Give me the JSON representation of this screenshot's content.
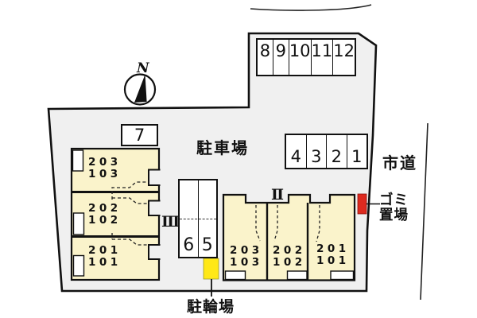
{
  "site": {
    "area_label": "駐車場",
    "bicycle_label": "駐輪場",
    "road_label": "市道",
    "garbage_label_line1": "ゴミ",
    "garbage_label_line2": "置場",
    "north_label": "N"
  },
  "parking": {
    "top_row_stalls": [
      "8",
      "9",
      "10",
      "11",
      "12"
    ],
    "right_row_stalls": [
      "4",
      "3",
      "2",
      "1"
    ],
    "middle_stalls": [
      "6",
      "5"
    ],
    "single_stall": "7"
  },
  "buildings": {
    "left": {
      "label": "Ⅲ",
      "units": [
        {
          "upper": "203",
          "lower": "103"
        },
        {
          "upper": "202",
          "lower": "102"
        },
        {
          "upper": "201",
          "lower": "101"
        }
      ]
    },
    "right": {
      "label": "Ⅱ",
      "units": [
        {
          "upper": "203",
          "lower": "103"
        },
        {
          "upper": "202",
          "lower": "102"
        },
        {
          "upper": "201",
          "lower": "101"
        }
      ]
    }
  },
  "colors": {
    "site_fill": "#f0f0f0",
    "building_fill": "#faf3cb",
    "outline": "#111111",
    "garbage_red": "#dd2a1f",
    "bicycle_yellow": "#ffe816",
    "road_line": "#222222"
  }
}
